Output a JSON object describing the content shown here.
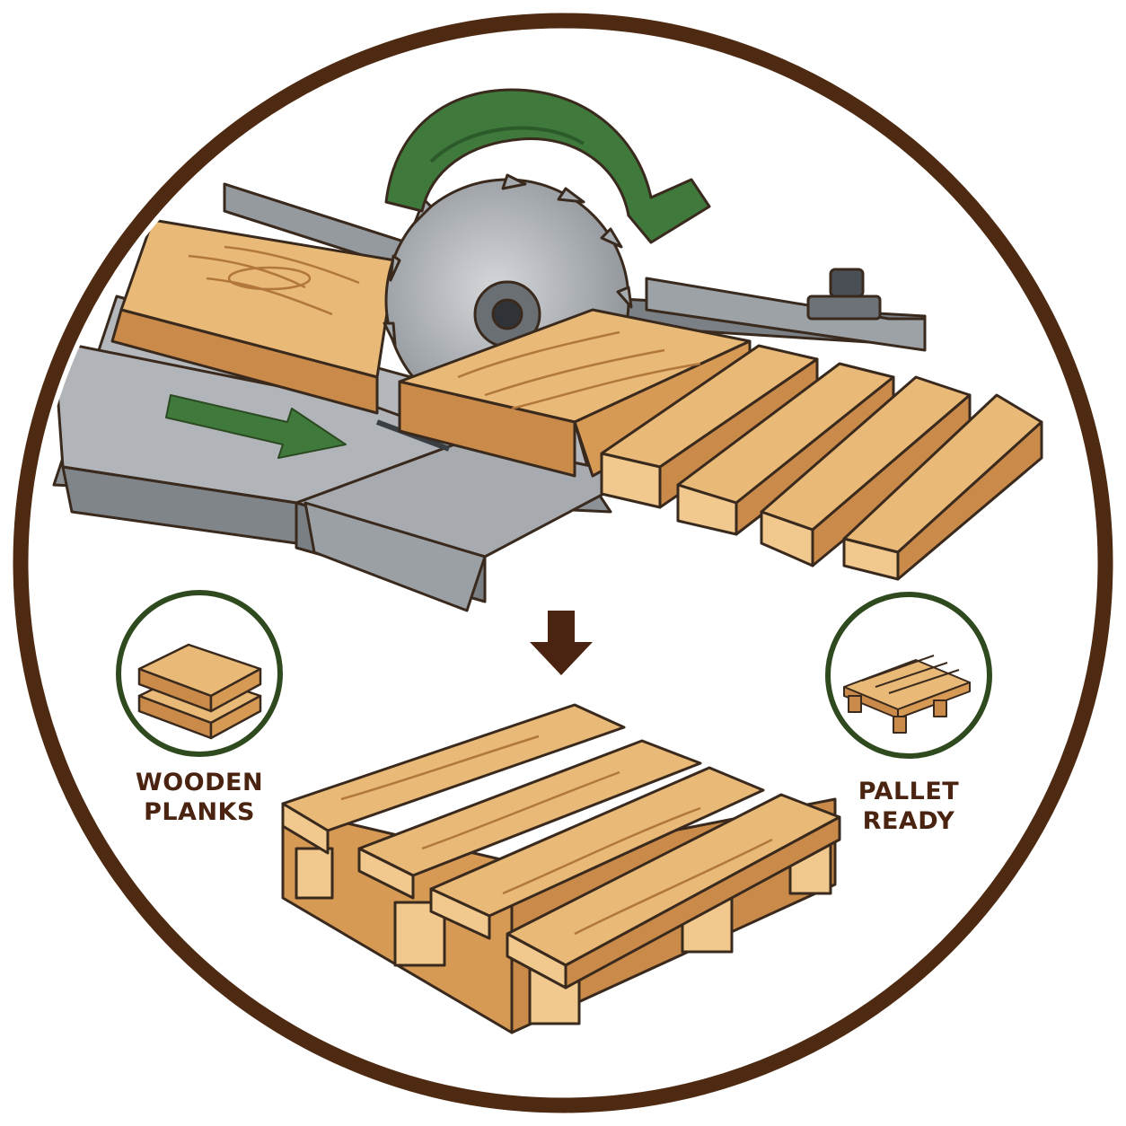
{
  "labels": {
    "planks_line1": "WOODEN",
    "planks_line2": "PLANKS",
    "pallet_line1": "PALLET",
    "pallet_line2": "READY"
  },
  "colors": {
    "frame_ring": "#4e2a12",
    "badge_ring": "#2f4a1e",
    "blade_guard": "#3f7a3c",
    "direction_arrow": "#3f7a3c",
    "wood_top": "#e9b977",
    "wood_side": "#c98a4a",
    "wood_end": "#f1c98e",
    "wood_line": "#4a2a12",
    "steel": "#a9adb1",
    "steel_dark": "#6e7378",
    "down_arrow": "#4a2410"
  },
  "icons": {
    "saw": "circular-saw-icon",
    "feed_direction": "arrow-right-icon",
    "flow": "arrow-down-icon",
    "planks_badge": "stacked-planks-icon",
    "pallet_badge": "pallet-icon"
  }
}
